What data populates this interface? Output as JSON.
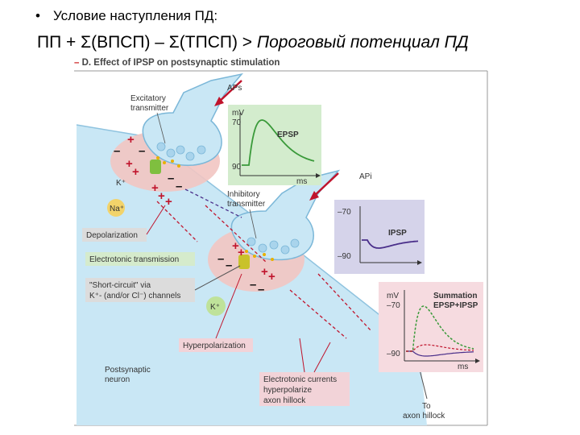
{
  "slide": {
    "bullet": "•",
    "condition": "Условие наступления ПД:",
    "formula_lhs": "ПП + Σ(ВПСП) – Σ(ТПСП) > ",
    "formula_rhs": "Пороговый потенциал ПД"
  },
  "figure": {
    "title_dash": "–",
    "title": "D. Effect of IPSP on postsynaptic stimulation",
    "aps_label": "APs",
    "api_label": "APi",
    "excitatory_label_1": "Excitatory",
    "excitatory_label_2": "transmitter",
    "inhibitory_label_1": "Inhibitory",
    "inhibitory_label_2": "transmitter",
    "k_label": "K⁺",
    "na_label": "Na⁺",
    "k_label_2": "K⁺",
    "depolarization": "Depolarization",
    "electrotonic_transmission": "Electrotonic transmission",
    "short_circuit_1": "\"Short-circuit\" via",
    "short_circuit_2": "K⁺- (and/or Cl⁻) channels",
    "hyperpolarization": "Hyperpolarization",
    "postsynaptic_1": "Postsynaptic",
    "postsynaptic_2": "neuron",
    "currents_1": "Electrotonic currents",
    "currents_2": "hyperpolarize",
    "currents_3": "axon hillock",
    "to_1": "To",
    "to_2": "axon hillock",
    "epsp_panel": {
      "unit": "mV",
      "tick_top": "70",
      "tick_bottom": "90",
      "name": "EPSP",
      "x_unit": "ms"
    },
    "ipsp_panel": {
      "tick_top": "–70",
      "tick_bottom": "–90",
      "name": "IPSP"
    },
    "sum_panel": {
      "unit": "mV",
      "tick_top": "–70",
      "tick_bottom": "–90",
      "name_1": "Summation",
      "name_2": "EPSP+IPSP",
      "x_unit": "ms"
    }
  },
  "colors": {
    "cell": "#c9e7f5",
    "synapse_zone": "#f2c5c2",
    "panel_green": "#d3eccd",
    "panel_purple": "#d5d3ea",
    "panel_pink": "#f6dbe0",
    "label_box": "#dcdcdc",
    "label_box_green": "#d5ebcc",
    "label_box_pink": "#f2d3d8",
    "accent_red": "#c0142c",
    "epsp_curve": "#3a9a3a",
    "ipsp_curve": "#4a2f8a"
  }
}
